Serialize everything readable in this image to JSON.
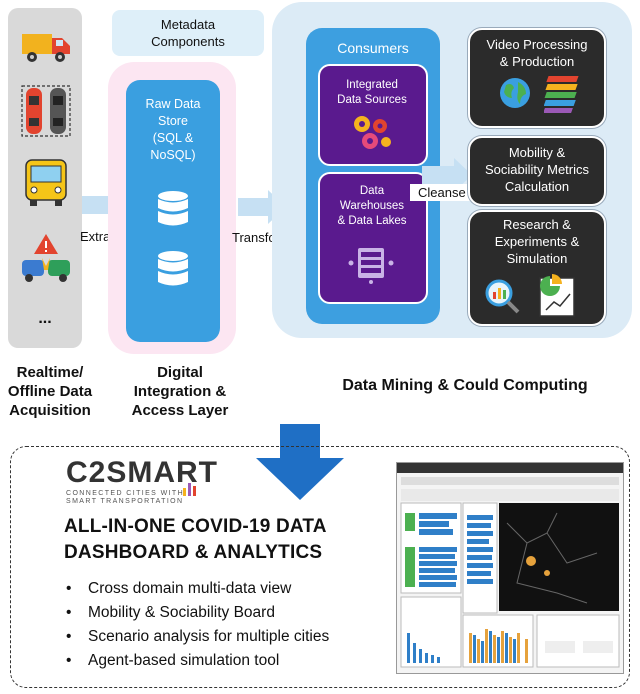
{
  "acquisition": {
    "items": [
      "truck-icon",
      "cars-sensor-icon",
      "bus-icon",
      "crash-icon"
    ],
    "more": "...",
    "label_lines": [
      "Realtime/",
      "Offline Data",
      "Acquisition"
    ]
  },
  "arrows": {
    "extract": "Extract",
    "transform": "Transform",
    "cleanse": "Cleanse"
  },
  "metadata": {
    "lines": [
      "Metadata",
      "Components"
    ]
  },
  "integration": {
    "store_lines": [
      "Raw Data",
      "Store",
      "(SQL &",
      "NoSQL)"
    ],
    "label_lines": [
      "Digital",
      "Integration &",
      "Access Layer"
    ]
  },
  "mining": {
    "consumers": "Consumers",
    "integrated_lines": [
      "Integrated",
      "Data Sources"
    ],
    "warehouse_lines": [
      "Data",
      "Warehouses",
      "& Data Lakes"
    ],
    "video_lines": [
      "Video Processing",
      "& Production"
    ],
    "mobility_lines": [
      "Mobility &",
      "Sociability Metrics",
      "Calculation"
    ],
    "research_lines": [
      "Research &",
      "Experiments &",
      "Simulation"
    ],
    "label": "Data Mining & Could Computing"
  },
  "dashboard": {
    "logo": "C2SMART",
    "logo_sub_lines": [
      "CONNECTED CITIES WITH",
      "SMART TRANSPORTATION"
    ],
    "title_lines": [
      "ALL-IN-ONE COVID-19 DATA",
      "DASHBOARD & ANALYTICS"
    ],
    "bullets": [
      "Cross domain multi-data view",
      "Mobility & Sociability Board",
      "Scenario analysis for multiple cities",
      "Agent-based simulation tool"
    ]
  },
  "colors": {
    "blue": "#3a9fe0",
    "light_blue": "#dcebf6",
    "pink": "#fce6f2",
    "purple": "#5a1a8e",
    "dark": "#2b2b2b",
    "arrow": "#c6e0f3",
    "big_arrow": "#1f6fc5"
  }
}
